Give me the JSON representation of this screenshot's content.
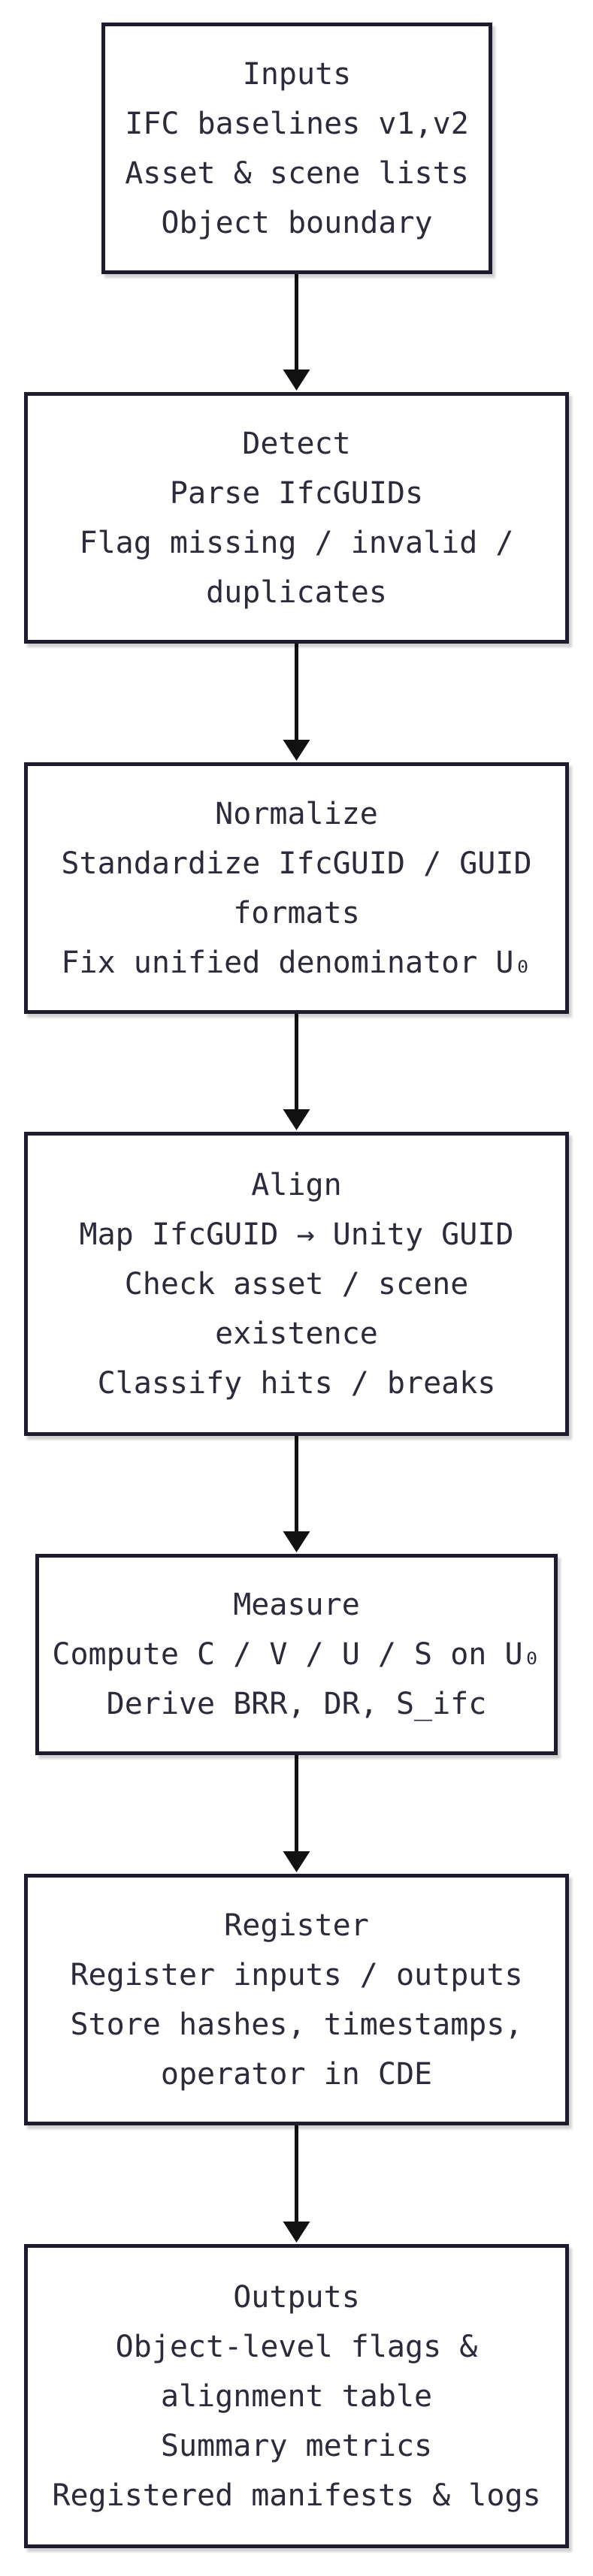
{
  "diagram": {
    "stroke_color": "#111111",
    "box_border_color": "#1c1c2e",
    "text_color": "#2b2b3b",
    "nodes": [
      {
        "title": "Inputs",
        "lines": [
          "IFC baselines v1,v2",
          "Asset & scene lists",
          "Object boundary"
        ]
      },
      {
        "title": "Detect",
        "lines": [
          "Parse IfcGUIDs",
          "Flag missing / invalid /",
          "duplicates"
        ]
      },
      {
        "title": "Normalize",
        "lines": [
          "Standardize IfcGUID / GUID",
          "formats",
          "Fix unified denominator U₀"
        ]
      },
      {
        "title": "Align",
        "lines": [
          "Map IfcGUID → Unity GUID",
          "Check asset / scene",
          "existence",
          "Classify hits / breaks"
        ]
      },
      {
        "title": "Measure",
        "lines": [
          "Compute C / V / U / S on U₀",
          "Derive BRR, DR, S_ifc"
        ]
      },
      {
        "title": "Register",
        "lines": [
          "Register inputs / outputs",
          "Store hashes, timestamps,",
          "operator in CDE"
        ]
      },
      {
        "title": "Outputs",
        "lines": [
          "Object-level flags &",
          "alignment table",
          "Summary metrics",
          "Registered manifests & logs"
        ]
      }
    ]
  }
}
